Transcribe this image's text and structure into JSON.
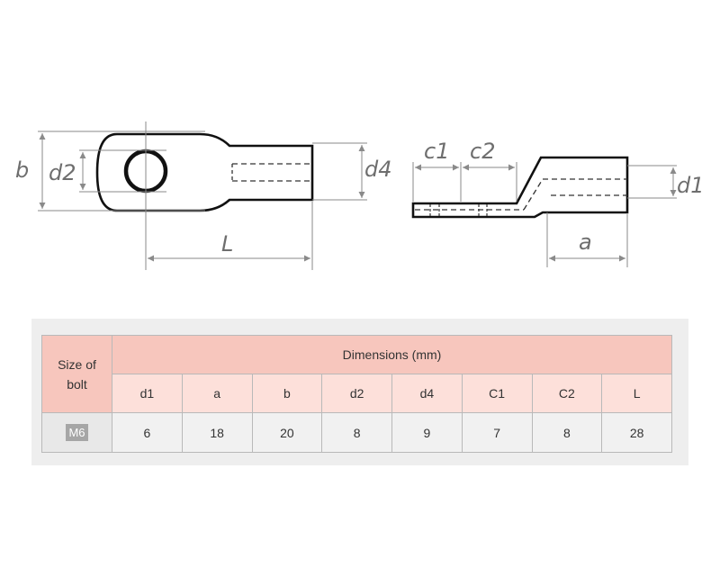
{
  "diagram": {
    "top_view_labels": {
      "b": "b",
      "d2": "d2",
      "d4": "d4",
      "L": "L"
    },
    "side_view_labels": {
      "c1": "c1",
      "c2": "c2",
      "d1": "d1",
      "a": "a"
    }
  },
  "table": {
    "size_header": [
      "Size of",
      "bolt"
    ],
    "dimensions_header": "Dimensions (mm)",
    "columns": [
      "d1",
      "a",
      "b",
      "d2",
      "d4",
      "C1",
      "C2",
      "L"
    ],
    "rows": [
      {
        "size": "M6",
        "values": [
          "6",
          "18",
          "20",
          "8",
          "9",
          "7",
          "8",
          "28"
        ]
      }
    ]
  },
  "colors": {
    "header": "#f7c6bd",
    "subheader": "#fde0da",
    "cell": "#f1f1f1",
    "outline": "#111111",
    "dimension_line": "#8a8a8a"
  }
}
